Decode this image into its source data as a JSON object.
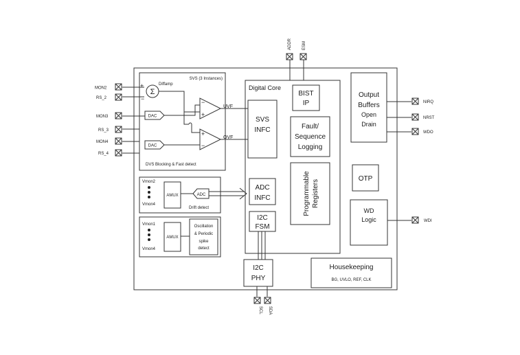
{
  "pins": {
    "mon2": "MON2",
    "rs2": "RS_2",
    "mon3": "MON3",
    "rs3": "RS_3",
    "mon4": "MON4",
    "rs4": "RS_4",
    "addr": "ADDR",
    "esm": "ESM",
    "nirq": "NIRQ",
    "nrst": "NRST",
    "wdo": "WDO",
    "wdi": "WDI",
    "scl": "SCL",
    "sda": "SDA"
  },
  "svs_block": {
    "title": "SVS (3 Instances)",
    "diffamp": "Diffamp",
    "dac_top": "DAC",
    "dac_bottom": "DAC",
    "uvf": "UVF",
    "ovf": "OVF",
    "footer": "DVS Blocking & Fast detect"
  },
  "drift_block": {
    "vmon_top": "Vmon2",
    "vmon_bottom": "Vmon4",
    "amux": "AMUX",
    "adc": "ADC",
    "label": "Drift detect"
  },
  "osc_block": {
    "vmon_top": "Vmon1",
    "vmon_bottom": "Vmon4",
    "amux": "AMUX",
    "label_line1": "Oscillation",
    "label_line2": "& Periodic",
    "label_line3": "spike",
    "label_line4": "detect"
  },
  "digital_core": {
    "title": "Digital Core",
    "bist_line1": "BIST",
    "bist_line2": "IP",
    "svs_infc_line1": "SVS",
    "svs_infc_line2": "INFC",
    "fault_line1": "Fault/",
    "fault_line2": "Sequence",
    "fault_line3": "Logging",
    "prog_line1": "Programmable",
    "prog_line2": "Registers",
    "adc_infc_line1": "ADC",
    "adc_infc_line2": "INFC",
    "i2c_fsm_line1": "I2C",
    "i2c_fsm_line2": "FSM"
  },
  "output_buffers": {
    "line1": "Output",
    "line2": "Buffers",
    "line3": "Open",
    "line4": "Drain"
  },
  "otp": "OTP",
  "wd_logic": {
    "line1": "WD",
    "line2": "Logic"
  },
  "i2c_phy": {
    "line1": "I2C",
    "line2": "PHY"
  },
  "housekeeping": {
    "title": "Housekeeping",
    "subtitle": "BG, UVLO, REF, CLK"
  },
  "symbols": {
    "plus": "+",
    "minus": "−",
    "sigma": "Σ"
  }
}
